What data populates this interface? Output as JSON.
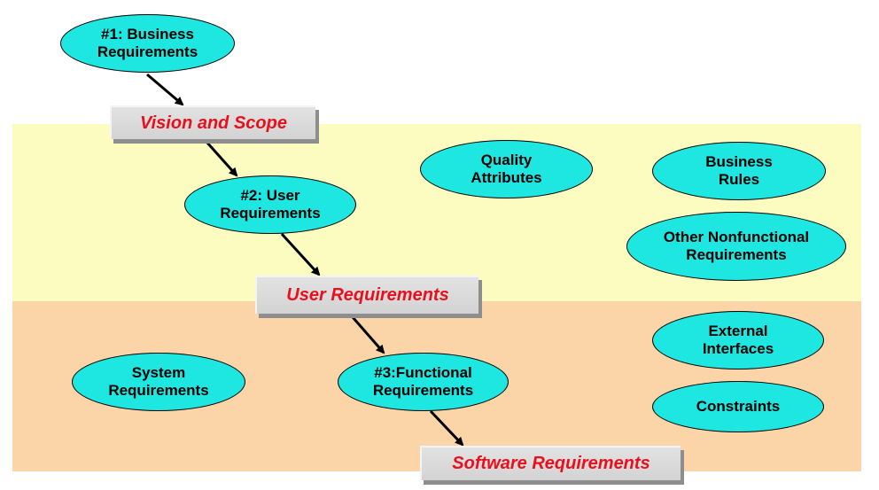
{
  "colors": {
    "band_top": "#fdfcc0",
    "band_bottom": "#fbd5a8",
    "ellipse_fill": "#1ee6e0",
    "doc_text": "#e8101c",
    "arrow": "#000000"
  },
  "documents": {
    "vision_scope": "Vision and Scope",
    "user_requirements": "User Requirements",
    "software_requirements": "Software Requirements"
  },
  "nodes": {
    "business_requirements": "#1: Business\nRequirements",
    "user_requirements": "#2: User\nRequirements",
    "functional_requirements": "#3:Functional\nRequirements",
    "quality_attributes": "Quality\nAttributes",
    "business_rules": "Business\nRules",
    "other_nonfunctional": "Other Nonfunctional\nRequirements",
    "external_interfaces": "External\nInterfaces",
    "constraints": "Constraints",
    "system_requirements": "System\nRequirements"
  }
}
